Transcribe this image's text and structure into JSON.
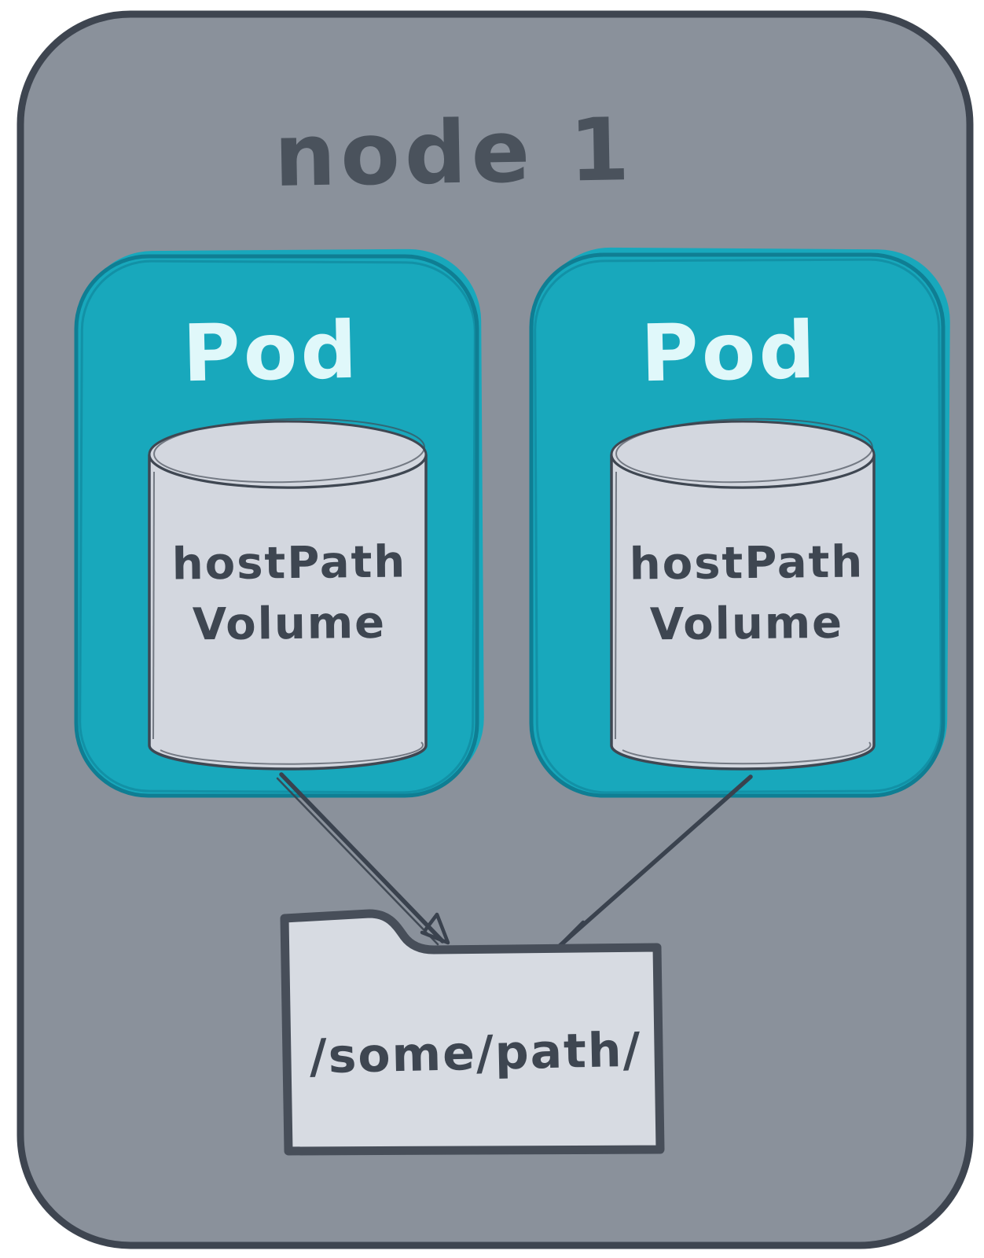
{
  "title": "node 1",
  "colors": {
    "page_bg": "#ffffff",
    "node_fill": "#8A919B",
    "node_stroke": "#3E4550",
    "node_text": "#4A525C",
    "pod_fill": "#18A8BC",
    "pod_stroke": "#0F7E93",
    "pod_text": "#E0F8FA",
    "cylinder_fill": "#D3D7DF",
    "cylinder_stroke": "#3F4752",
    "dark_text": "#3E4651",
    "folder_fill": "#D7DBE2",
    "folder_stroke": "#474E59",
    "arrow": "#3A424E"
  },
  "pods": [
    {
      "label": "Pod",
      "volume": {
        "line1": "hostPath",
        "line2": "Volume"
      }
    },
    {
      "label": "Pod",
      "volume": {
        "line1": "hostPath",
        "line2": "Volume"
      }
    }
  ],
  "folder": {
    "label": "/some/path/"
  }
}
